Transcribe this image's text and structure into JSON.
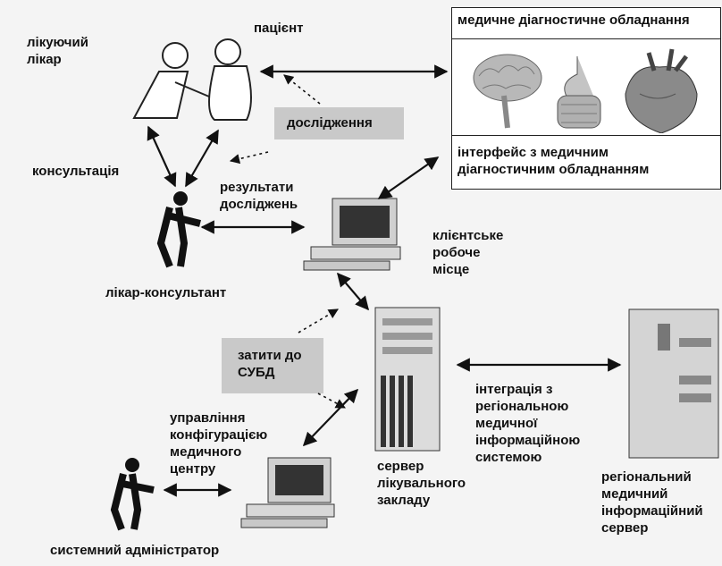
{
  "labels": {
    "treating_doctor": "лікуючий\nлікар",
    "patient": "пацієнт",
    "equipment_title": "медичне діагностичне обладнання",
    "equipment_interface": "інтерфейс з медичним\nдіагностичним обладнанням",
    "research": "дослідження",
    "consultation": "консультація",
    "results": "результати\nдосліджень",
    "client_workstation": "клієнтське\nробоче\nмісце",
    "consultant": "лікар-консультант",
    "dbms_requests": "затити до\nСУБД",
    "config_mgmt": "управління\nконфігурацією\nмедичного\nцентру",
    "integration": "інтеграція з\nрегіональною\nмедичної\nінформаційною\nсистемою",
    "facility_server": "сервер\nлікувального\nзакладу",
    "regional_server": "регіональний\nмедичний\nінформаційний\nсервер",
    "sysadmin": "системний адміністратор"
  },
  "colors": {
    "background": "#f4f4f4",
    "box_fill": "#c9c9c9",
    "ink": "#111111"
  }
}
